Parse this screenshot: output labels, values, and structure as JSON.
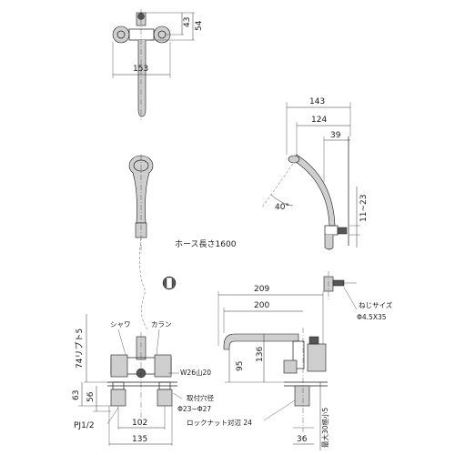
{
  "dimensions": {
    "top_view": {
      "d43": "43",
      "d54": "54",
      "d153": "153"
    },
    "side_view": {
      "d143": "143",
      "d124": "124",
      "d39": "39",
      "d11_23": "11~23",
      "angle": "40°"
    },
    "hose": {
      "label": "ホース長さ1600"
    },
    "front_view": {
      "d74": "74リプト5",
      "shower": "シャワ",
      "faucet": "カラン",
      "w26": "W26山20",
      "d63": "63",
      "d56": "56",
      "mount_label": "取付穴径",
      "mount_value": "Φ23~Φ27",
      "pj": "PJ1/2",
      "d102": "102",
      "d135": "135"
    },
    "right_view": {
      "d209": "209",
      "d200": "200",
      "d95": "95",
      "d136": "136",
      "screw_label": "ねじサイズ",
      "screw_value": "Φ4.5X35",
      "locknut": "ロックナット対辺 24",
      "d36": "36",
      "max": "最大30極小5"
    }
  }
}
